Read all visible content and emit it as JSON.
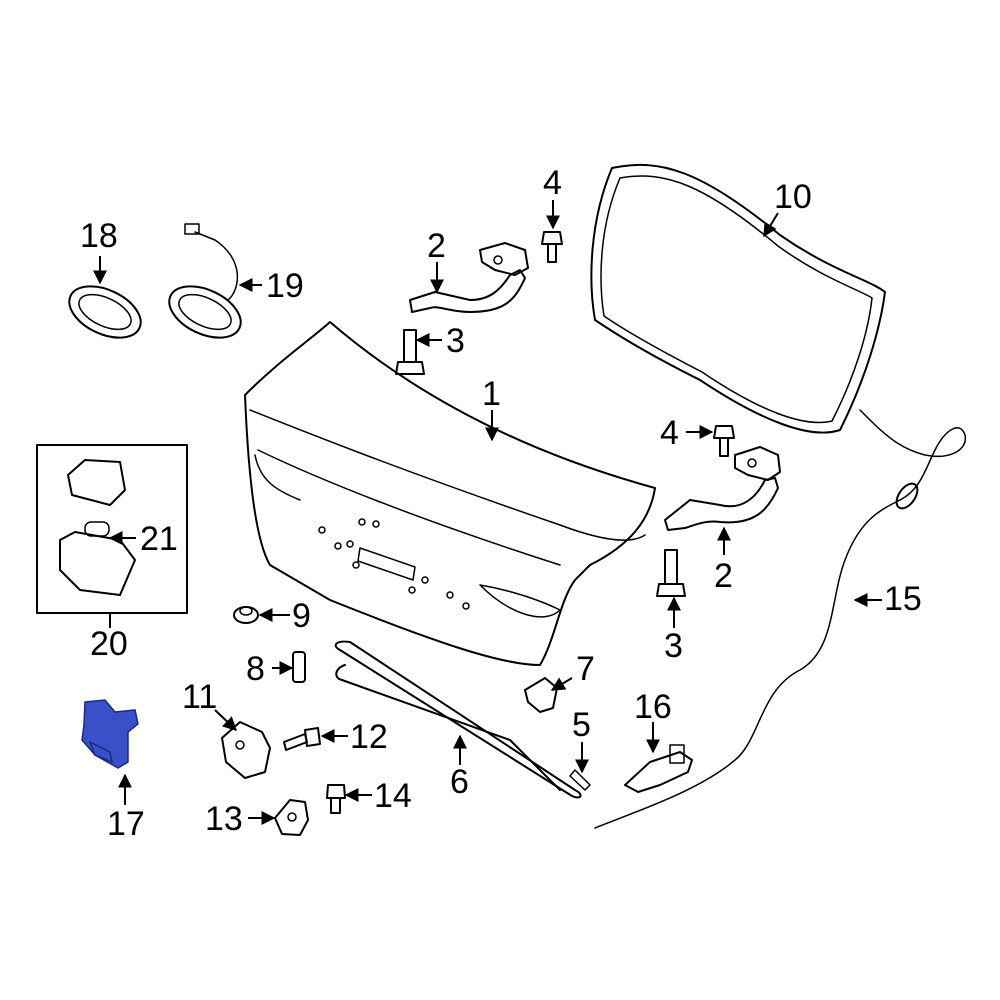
{
  "callouts": {
    "c1": "1",
    "c2a": "2",
    "c2b": "2",
    "c3a": "3",
    "c3b": "3",
    "c4a": "4",
    "c4b": "4",
    "c5": "5",
    "c6": "6",
    "c7": "7",
    "c8": "8",
    "c9": "9",
    "c10": "10",
    "c11": "11",
    "c12": "12",
    "c13": "13",
    "c14": "14",
    "c15": "15",
    "c16": "16",
    "c17": "17",
    "c18": "18",
    "c19": "19",
    "c20": "20",
    "c21": "21"
  },
  "highlight_color": "#3a50c8"
}
